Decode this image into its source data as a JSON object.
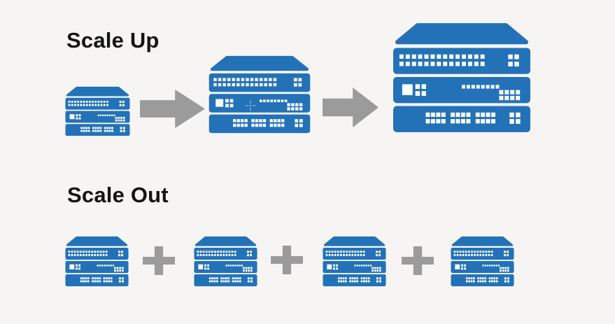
{
  "colors": {
    "background": "#f6f5f3",
    "server_blue": "#2372b8",
    "detail_white": "#ffffff",
    "arrow_gray": "#9b9b9b",
    "title_color": "#141414"
  },
  "scale_up": {
    "title": "Scale Up",
    "servers": [
      {
        "size": "small"
      },
      {
        "size": "medium"
      },
      {
        "size": "large"
      }
    ],
    "connector_icon": "arrow-right-icon",
    "connector_count": 2
  },
  "scale_out": {
    "title": "Scale Out",
    "servers": [
      {
        "size": "small"
      },
      {
        "size": "small"
      },
      {
        "size": "small"
      },
      {
        "size": "small"
      }
    ],
    "connector_icon": "plus-icon",
    "connector_count": 3
  },
  "cursor": {
    "icon": "crosshair-cursor-icon"
  }
}
